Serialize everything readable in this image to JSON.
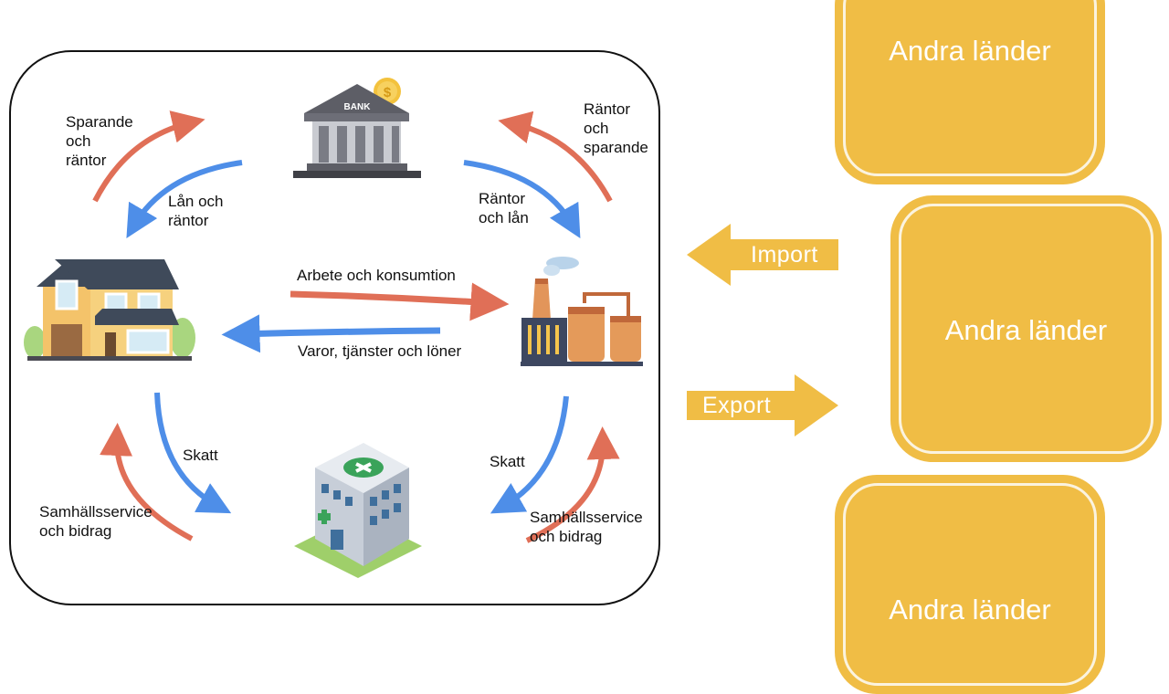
{
  "diagram": {
    "bank_sign": "BANK",
    "labels": {
      "households_to_bank": "Sparande\noch\nräntor",
      "bank_to_households": "Lån och\nräntor",
      "companies_to_bank": "Räntor\noch\nsparande",
      "bank_to_companies": "Räntor\noch lån",
      "households_to_companies": "Arbete och konsumtion",
      "companies_to_households": "Varor, tjänster och löner",
      "households_tax": "Skatt",
      "state_to_households": "Samhällsservice\noch bidrag",
      "companies_tax": "Skatt",
      "state_to_companies": "Samhällsservice\noch bidrag"
    },
    "import_label": "Import",
    "export_label": "Export",
    "countries": [
      "Andra länder",
      "Andra länder",
      "Andra länder"
    ]
  },
  "colors": {
    "red_arrow": "#e06f57",
    "blue_arrow": "#4e8ee8",
    "country_fill": "#f0bd45",
    "country_text": "#ffffff"
  }
}
